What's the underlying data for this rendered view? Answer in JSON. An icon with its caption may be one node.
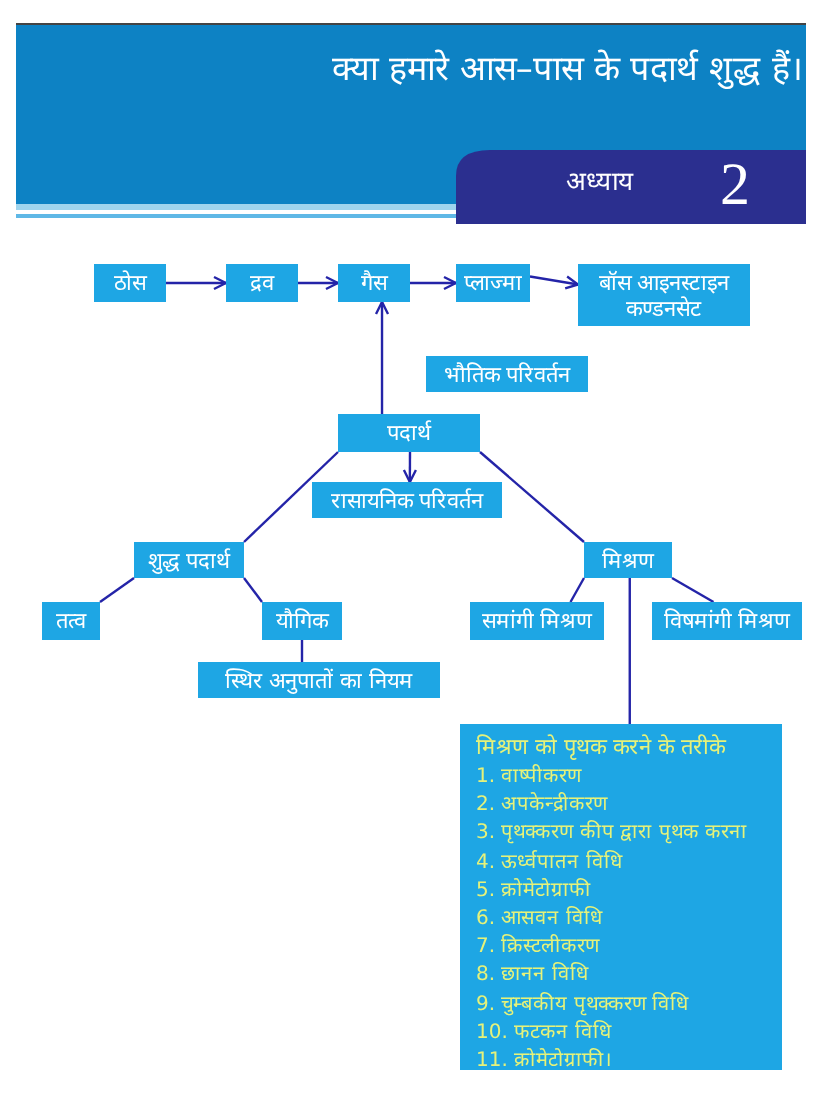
{
  "diagram": {
    "title": "क्या हमारे आस–पास के पदार्थ शुद्ध हैं।",
    "nodes": [
      {
        "text": [
          "ठोस"
        ]
      },
      {
        "text": [
          "द्रव"
        ]
      },
      {
        "text": [
          "गैस"
        ]
      },
      {
        "text": [
          "प्लाज्मा"
        ]
      },
      {
        "text": [
          "बॉस आइनस्टाइन कण्डनसेट"
        ]
      },
      {
        "text": [
          "भौतिक परिवर्तन"
        ]
      },
      {
        "text": [
          "पदार्थ"
        ]
      },
      {
        "text": [
          "रासायनिक परिवर्तन"
        ]
      },
      {
        "text": [
          "शुद्ध पदार्थ"
        ]
      },
      {
        "text": [
          "मिश्रण"
        ]
      },
      {
        "text": [
          "तत्व"
        ]
      },
      {
        "text": [
          "यौगिक"
        ]
      },
      {
        "text": [
          "समांगी मिश्रण"
        ]
      },
      {
        "text": [
          "विषमांगी मिश्रण"
        ]
      },
      {
        "text": [
          "स्थिर अनुपातों का नियम"
        ]
      },
      {
        "text": [
          "मिश्रण को पृथक करने के तरीके",
          "1. वाष्पीकरण",
          "2. अपकेन्द्रीकरण",
          "3. पृथक्करण कीप द्वारा पृथक करना",
          "4. ऊर्ध्वपातन विधि",
          "5. क्रोमेटोग्राफी",
          "6. आसवन विधि",
          "7. क्रिस्टलीकरण",
          "8. छानन विधि",
          "9. चुम्बकीय पृथक्करण विधि",
          "10. फटकन विधि",
          "11. क्रोमेटोग्राफी।"
        ]
      }
    ],
    "edges": [
      {
        "from": 0,
        "to": 1,
        "arrow": "to"
      },
      {
        "from": 1,
        "to": 2,
        "arrow": "to"
      },
      {
        "from": 2,
        "to": 3,
        "arrow": "to"
      },
      {
        "from": 3,
        "to": 4,
        "arrow": "to"
      },
      {
        "from": 6,
        "to": 2,
        "arrow": "to"
      },
      {
        "from": 6,
        "to": 7,
        "arrow": "to"
      },
      {
        "from": 6,
        "to": 8,
        "arrow": "none"
      },
      {
        "from": 6,
        "to": 9,
        "arrow": "none"
      },
      {
        "from": 8,
        "to": 10,
        "arrow": "none"
      },
      {
        "from": 8,
        "to": 11,
        "arrow": "none"
      },
      {
        "from": 11,
        "to": 14,
        "arrow": "none"
      },
      {
        "from": 9,
        "to": 12,
        "arrow": "none"
      },
      {
        "from": 9,
        "to": 13,
        "arrow": "none"
      },
      {
        "from": 9,
        "to": 15,
        "arrow": "none"
      }
    ],
    "labels": [
      "अध्याय",
      "2"
    ]
  }
}
